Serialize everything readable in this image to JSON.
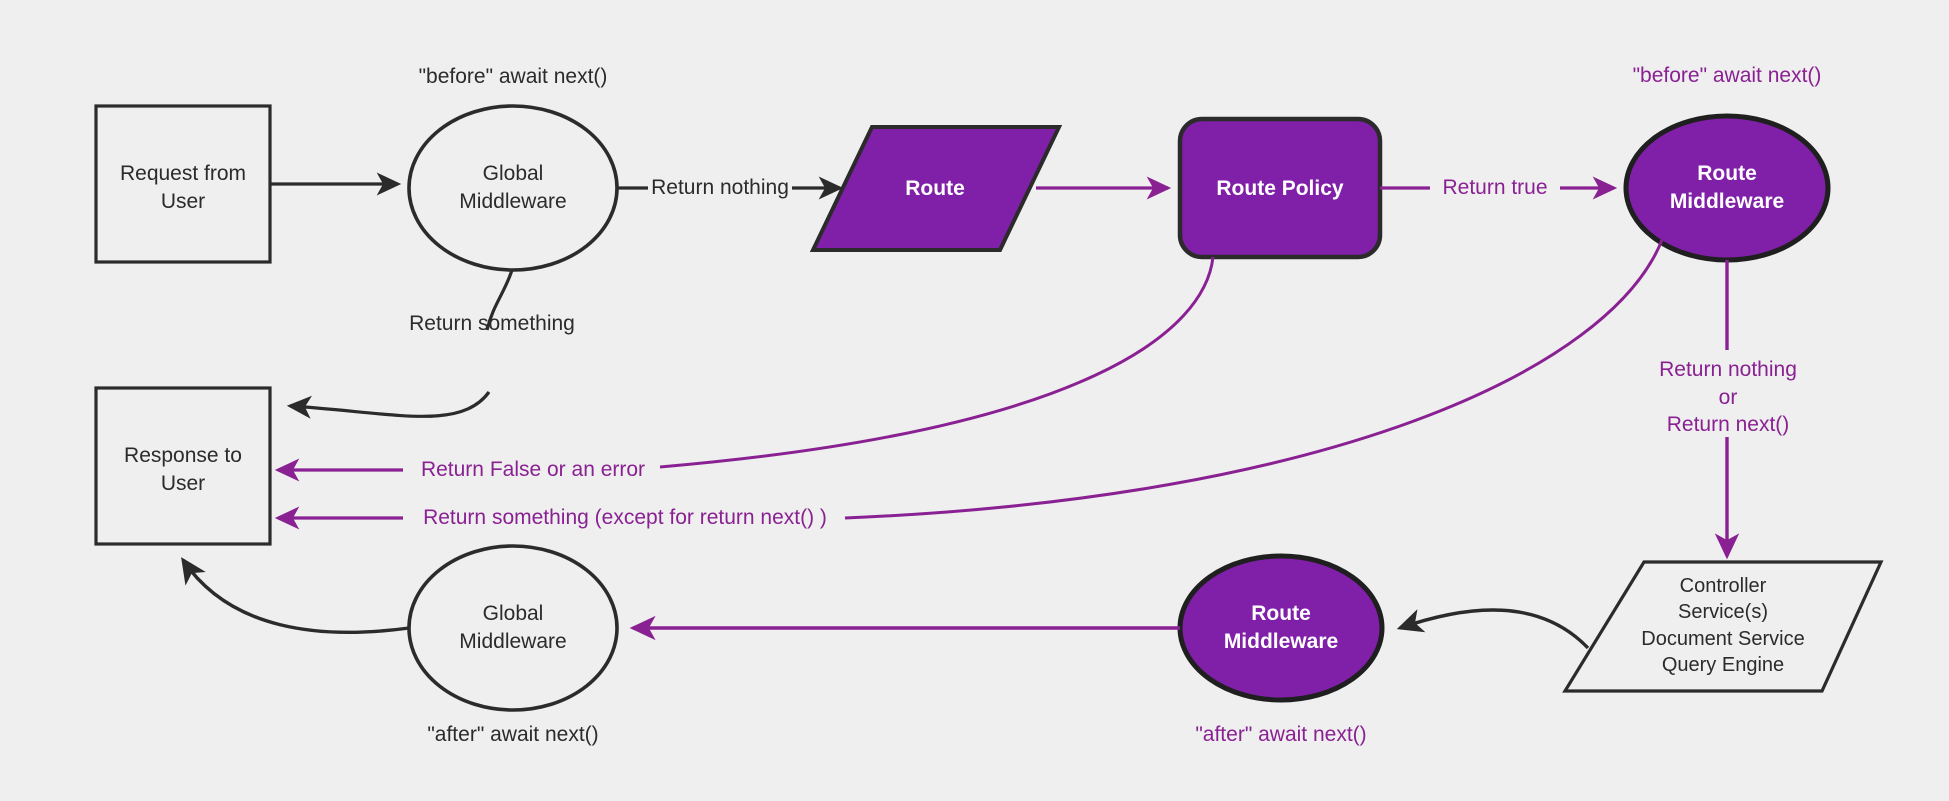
{
  "diagram": {
    "title": "Request / Middleware lifecycle flow",
    "background_color": "#efefef",
    "colors": {
      "purple_fill": "#8020a8",
      "purple_stroke": "#8a2193",
      "dark_stroke": "#2b2b2b",
      "light_fill": "#efefef",
      "white_text": "#ffffff"
    }
  },
  "nodes": {
    "request_from_user": {
      "label": "Request from\nUser",
      "shape": "rectangle",
      "fill": "light"
    },
    "global_middleware_top": {
      "label": "Global\nMiddleware",
      "shape": "ellipse",
      "fill": "light"
    },
    "route": {
      "label": "Route",
      "shape": "parallelogram",
      "fill": "purple"
    },
    "route_policy": {
      "label": "Route Policy",
      "shape": "rounded-rectangle",
      "fill": "purple"
    },
    "route_middleware_top": {
      "label": "Route\nMiddleware",
      "shape": "ellipse",
      "fill": "purple"
    },
    "controller_stack": {
      "label": "Controller\nService(s)\nDocument Service\nQuery Engine",
      "shape": "parallelogram",
      "fill": "light"
    },
    "route_middleware_bottom": {
      "label": "Route\nMiddleware",
      "shape": "ellipse",
      "fill": "purple"
    },
    "global_middleware_bottom": {
      "label": "Global\nMiddleware",
      "shape": "ellipse",
      "fill": "light"
    },
    "response_to_user": {
      "label": "Response to\nUser",
      "shape": "rectangle",
      "fill": "light"
    }
  },
  "annotations": {
    "before_await_next_top_left": {
      "text": "\"before\" await next()",
      "color": "dark"
    },
    "before_await_next_top_right": {
      "text": "\"before\" await next()",
      "color": "purple"
    },
    "after_await_next_bottom_left": {
      "text": "\"after\" await next()",
      "color": "dark"
    },
    "after_await_next_bottom_right": {
      "text": "\"after\" await next()",
      "color": "purple"
    }
  },
  "edge_labels": {
    "return_nothing": {
      "text": "Return nothing",
      "color": "dark"
    },
    "return_something_top": {
      "text": "Return something",
      "color": "dark"
    },
    "return_true": {
      "text": "Return true",
      "color": "purple"
    },
    "return_false_or_error": {
      "text": "Return False or an error",
      "color": "purple"
    },
    "return_something_except_next": {
      "text": "Return something (except for return next() )",
      "color": "purple"
    },
    "return_nothing_or_next": {
      "text": "Return nothing\nor\nReturn next()",
      "color": "purple"
    }
  },
  "edges": [
    {
      "from": "request_from_user",
      "to": "global_middleware_top",
      "color": "dark",
      "label": ""
    },
    {
      "from": "global_middleware_top",
      "to": "route",
      "color": "dark",
      "label": "Return nothing"
    },
    {
      "from": "global_middleware_top",
      "to": "response_to_user",
      "color": "dark",
      "label": "Return something"
    },
    {
      "from": "route",
      "to": "route_policy",
      "color": "purple",
      "label": ""
    },
    {
      "from": "route_policy",
      "to": "route_middleware_top",
      "color": "purple",
      "label": "Return true"
    },
    {
      "from": "route_policy",
      "to": "response_to_user",
      "color": "purple",
      "label": "Return False or an error"
    },
    {
      "from": "route_middleware_top",
      "to": "response_to_user",
      "color": "purple",
      "label": "Return something (except for return next() )"
    },
    {
      "from": "route_middleware_top",
      "to": "controller_stack",
      "color": "purple",
      "label": "Return nothing\nor\nReturn next()"
    },
    {
      "from": "controller_stack",
      "to": "route_middleware_bottom",
      "color": "dark",
      "label": ""
    },
    {
      "from": "route_middleware_bottom",
      "to": "global_middleware_bottom",
      "color": "purple",
      "label": ""
    },
    {
      "from": "global_middleware_bottom",
      "to": "response_to_user",
      "color": "dark",
      "label": ""
    }
  ]
}
